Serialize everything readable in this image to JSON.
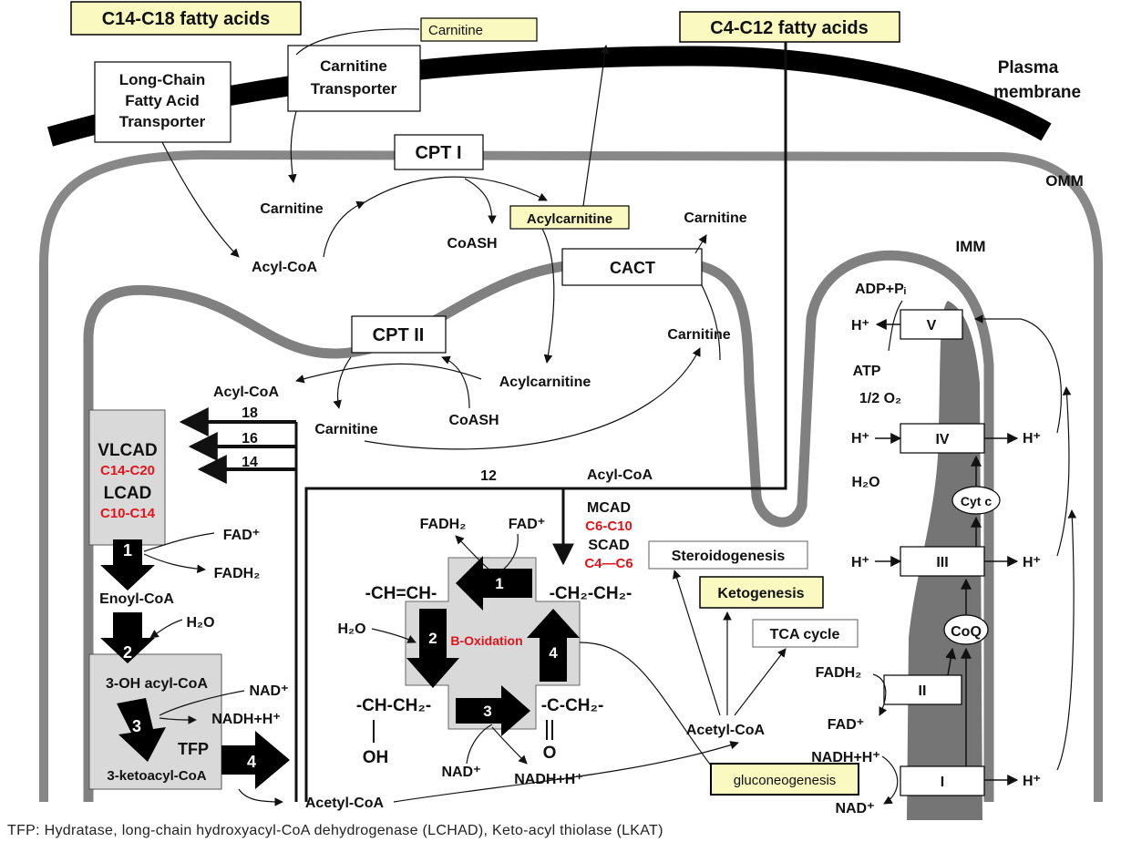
{
  "inputs": {
    "long_chain": "C14-C18 fatty acids",
    "carnitine_in": "Carnitine",
    "medium_chain": "C4-C12 fatty acids"
  },
  "membranes": {
    "plasma_line1": "Plasma",
    "plasma_line2": "membrane",
    "omm": "OMM",
    "imm": "IMM"
  },
  "transporters": {
    "lcfat_line1": "Long-Chain",
    "lcfat_line2": "Fatty Acid",
    "lcfat_line3": "Transporter",
    "ct_line1": "Carnitine",
    "ct_line2": "Transporter",
    "cpt1": "CPT I",
    "cpt2": "CPT II",
    "cact": "CACT"
  },
  "metabolites": {
    "carnitine_a": "Carnitine",
    "acylcoa_a": "Acyl-CoA",
    "coash_a": "CoASH",
    "acylcarnitine_a": "Acylcarnitine",
    "carnitine_b": "Carnitine",
    "carnitine_c": "Carnitine",
    "acylcoa_b": "Acyl-CoA",
    "acylcarnitine_b": "Acylcarnitine",
    "coash_b": "CoASH",
    "carnitine_d": "Carnitine",
    "acylcoa_c": "Acyl-CoA",
    "acetylcoa_a": "Acetyl-CoA",
    "acetylcoa_b": "Acetyl-CoA"
  },
  "chain_lengths": [
    "18",
    "16",
    "14",
    "12"
  ],
  "enzymes": {
    "vlcad": "VLCAD",
    "vlcad_range": "C14-C20",
    "lcad": "LCAD",
    "lcad_range": "C10-C14",
    "mcad": "MCAD",
    "mcad_range": "C6-C10",
    "scad": "SCAD",
    "scad_range": "C4—C6",
    "tfp": "TFP"
  },
  "left_pathway": {
    "fad_plus": "FAD⁺",
    "fadh2": "FADH₂",
    "enoyl": "Enoyl-CoA",
    "h2o": "H₂O",
    "oh_acyl": "3-OH acyl-CoA",
    "nad_plus": "NAD⁺",
    "nadh": "NADH+H⁺",
    "ketoacyl": "3-ketoacyl-CoA",
    "steps": [
      "1",
      "2",
      "3",
      "4"
    ]
  },
  "cycle": {
    "title": "B-Oxidation",
    "fadh2": "FADH₂",
    "fad_plus": "FAD⁺",
    "ch_ch": "-CH=CH-",
    "ch2_ch2": "-CH₂-CH₂-",
    "h2o": "H₂O",
    "choh": "-CH-CH₂-",
    "oh": "OH",
    "c_ch2": "-C-CH₂-",
    "o": "O",
    "nad_plus": "NAD⁺",
    "nadh": "NADH+H⁺",
    "steps": [
      "1",
      "2",
      "3",
      "4"
    ]
  },
  "fates": {
    "steroid": "Steroidogenesis",
    "keto": "Ketogenesis",
    "tca": "TCA cycle",
    "gluco": "gluconeogenesis"
  },
  "etc": {
    "complexes": [
      "V",
      "IV",
      "III",
      "II",
      "I"
    ],
    "cytc": "Cyt c",
    "coq": "CoQ",
    "adp": "ADP+Pᵢ",
    "atp": "ATP",
    "o2": "1/2 O₂",
    "h2o": "H₂O",
    "fadh2": "FADH₂",
    "fad_plus": "FAD⁺",
    "nadh": "NADH+H⁺",
    "nad_plus": "NAD⁺",
    "h_plus": "H⁺"
  },
  "caption": "TFP:  Hydratase,  long-chain hydroxyacyl-CoA   dehydrogenase   (LCHAD), Keto-acyl thiolase  (LKAT)",
  "colors": {
    "membrane_grey": "#8a8a8a",
    "imm_dark": "#757575",
    "yellow_box": "#fafac0",
    "red_text": "#e0141a",
    "panel_grey": "#d9d9d9"
  }
}
